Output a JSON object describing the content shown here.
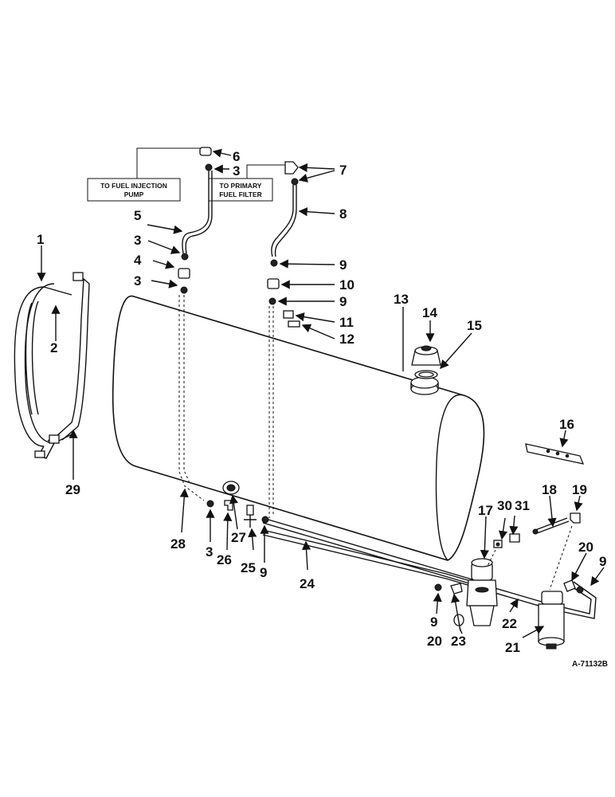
{
  "labels": {
    "fuel_injection_line1": "TO FUEL INJECTION",
    "fuel_injection_line2": "PUMP",
    "primary_filter_line1": "TO PRIMARY",
    "primary_filter_line2": "FUEL FILTER",
    "drawing_ref": "A-71132B"
  },
  "callouts": {
    "c1": "1",
    "c2": "2",
    "c3a": "3",
    "c3b": "3",
    "c3c": "3",
    "c3d": "3",
    "c4": "4",
    "c5": "5",
    "c6": "6",
    "c7": "7",
    "c8": "8",
    "c9a": "9",
    "c9b": "9",
    "c9c": "9",
    "c9d": "9",
    "c9e": "9",
    "c10": "10",
    "c11": "11",
    "c12": "12",
    "c13": "13",
    "c14": "14",
    "c15": "15",
    "c16": "16",
    "c17": "17",
    "c18": "18",
    "c19": "19",
    "c20a": "20",
    "c20b": "20",
    "c21": "21",
    "c22": "22",
    "c23": "23",
    "c24": "24",
    "c25": "25",
    "c26": "26",
    "c27": "27",
    "c28": "28",
    "c29": "29",
    "c30": "30",
    "c31": "31"
  }
}
